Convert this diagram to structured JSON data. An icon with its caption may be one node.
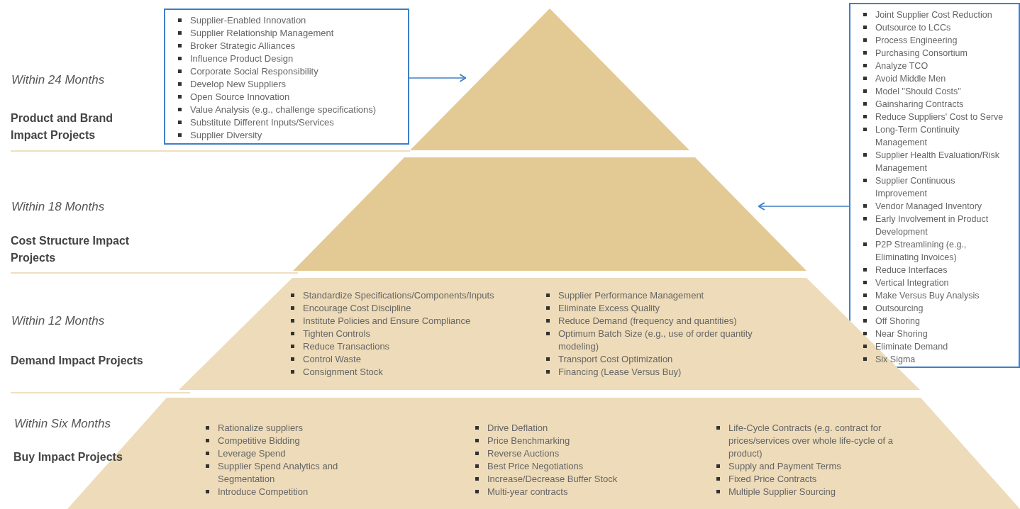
{
  "diagram": {
    "nodes": [
      {
        "text": [
          "Supplier-Enabled Innovation",
          "Supplier Relationship Management",
          "Broker Strategic Alliances",
          "Influence Product Design",
          "Corporate Social Responsibility",
          "Develop New Suppliers",
          "Open Source Innovation",
          "Value Analysis (e.g., challenge specifications)",
          "Substitute Different Inputs/Services",
          "Supplier Diversity"
        ]
      },
      {
        "text": [],
        "shape": "triangle"
      },
      {
        "text": [
          "Joint Supplier Cost Reduction",
          "Outsource to LCCs",
          "Process Engineering",
          "Purchasing Consortium",
          "Analyze TCO",
          "Avoid Middle Men",
          "Model \"Should Costs\"",
          "Gainsharing Contracts",
          "Reduce Suppliers' Cost to Serve",
          "Long-Term Continuity Management",
          "Supplier Health Evaluation/Risk Management",
          "Supplier Continuous Improvement",
          "Vendor Managed Inventory",
          "Early Involvement in Product Development",
          "P2P Streamlining (e.g., Eliminating Invoices)",
          "Reduce Interfaces",
          "Vertical Integration",
          "Make Versus Buy Analysis",
          "Outsourcing",
          "Off Shoring",
          "Near Shoring",
          "Eliminate Demand",
          "Six Sigma"
        ]
      },
      {
        "text": [],
        "shape": "trapezoid"
      },
      {
        "text": [
          "Standardize Specifications/Components/Inputs",
          "Encourage Cost Discipline",
          "Institute Policies and Ensure Compliance",
          "Tighten Controls",
          "Reduce Transactions",
          "Control Waste",
          "Consignment Stock",
          "Supplier Performance Management",
          "Eliminate Excess Quality",
          "Reduce Demand (frequency and quantities)",
          "Optimum Batch Size (e.g., use of order quantity modeling)",
          "Transport Cost Optimization",
          "Financing (Lease Versus Buy)"
        ]
      },
      {
        "text": [
          "Rationalize suppliers",
          "Competitive Bidding",
          "Leverage Spend",
          "Supplier Spend Analytics and Segmentation",
          "Introduce Competition",
          "Drive Deflation",
          "Price Benchmarking",
          "Reverse Auctions",
          "Best Price Negotiations",
          "Increase/Decrease Buffer Stock",
          "Multi-year contracts",
          "Life-Cycle Contracts (e.g. contract for prices/services over whole life-cycle of a product)",
          "Supply and Payment Terms",
          "Fixed Price Contracts",
          "Multiple Supplier Sourcing"
        ]
      }
    ],
    "edges": [
      {
        "from": 0,
        "to": 1,
        "arrow": "to"
      },
      {
        "from": 2,
        "to": 3,
        "arrow": "to"
      }
    ],
    "labels": [
      "Within 24 Months",
      "Product and Brand Impact Projects",
      "Within 18 Months",
      "Cost Structure Impact Projects",
      "Within 12 Months",
      "Demand Impact Projects",
      "Within Six Months",
      "Buy Impact Projects"
    ]
  }
}
